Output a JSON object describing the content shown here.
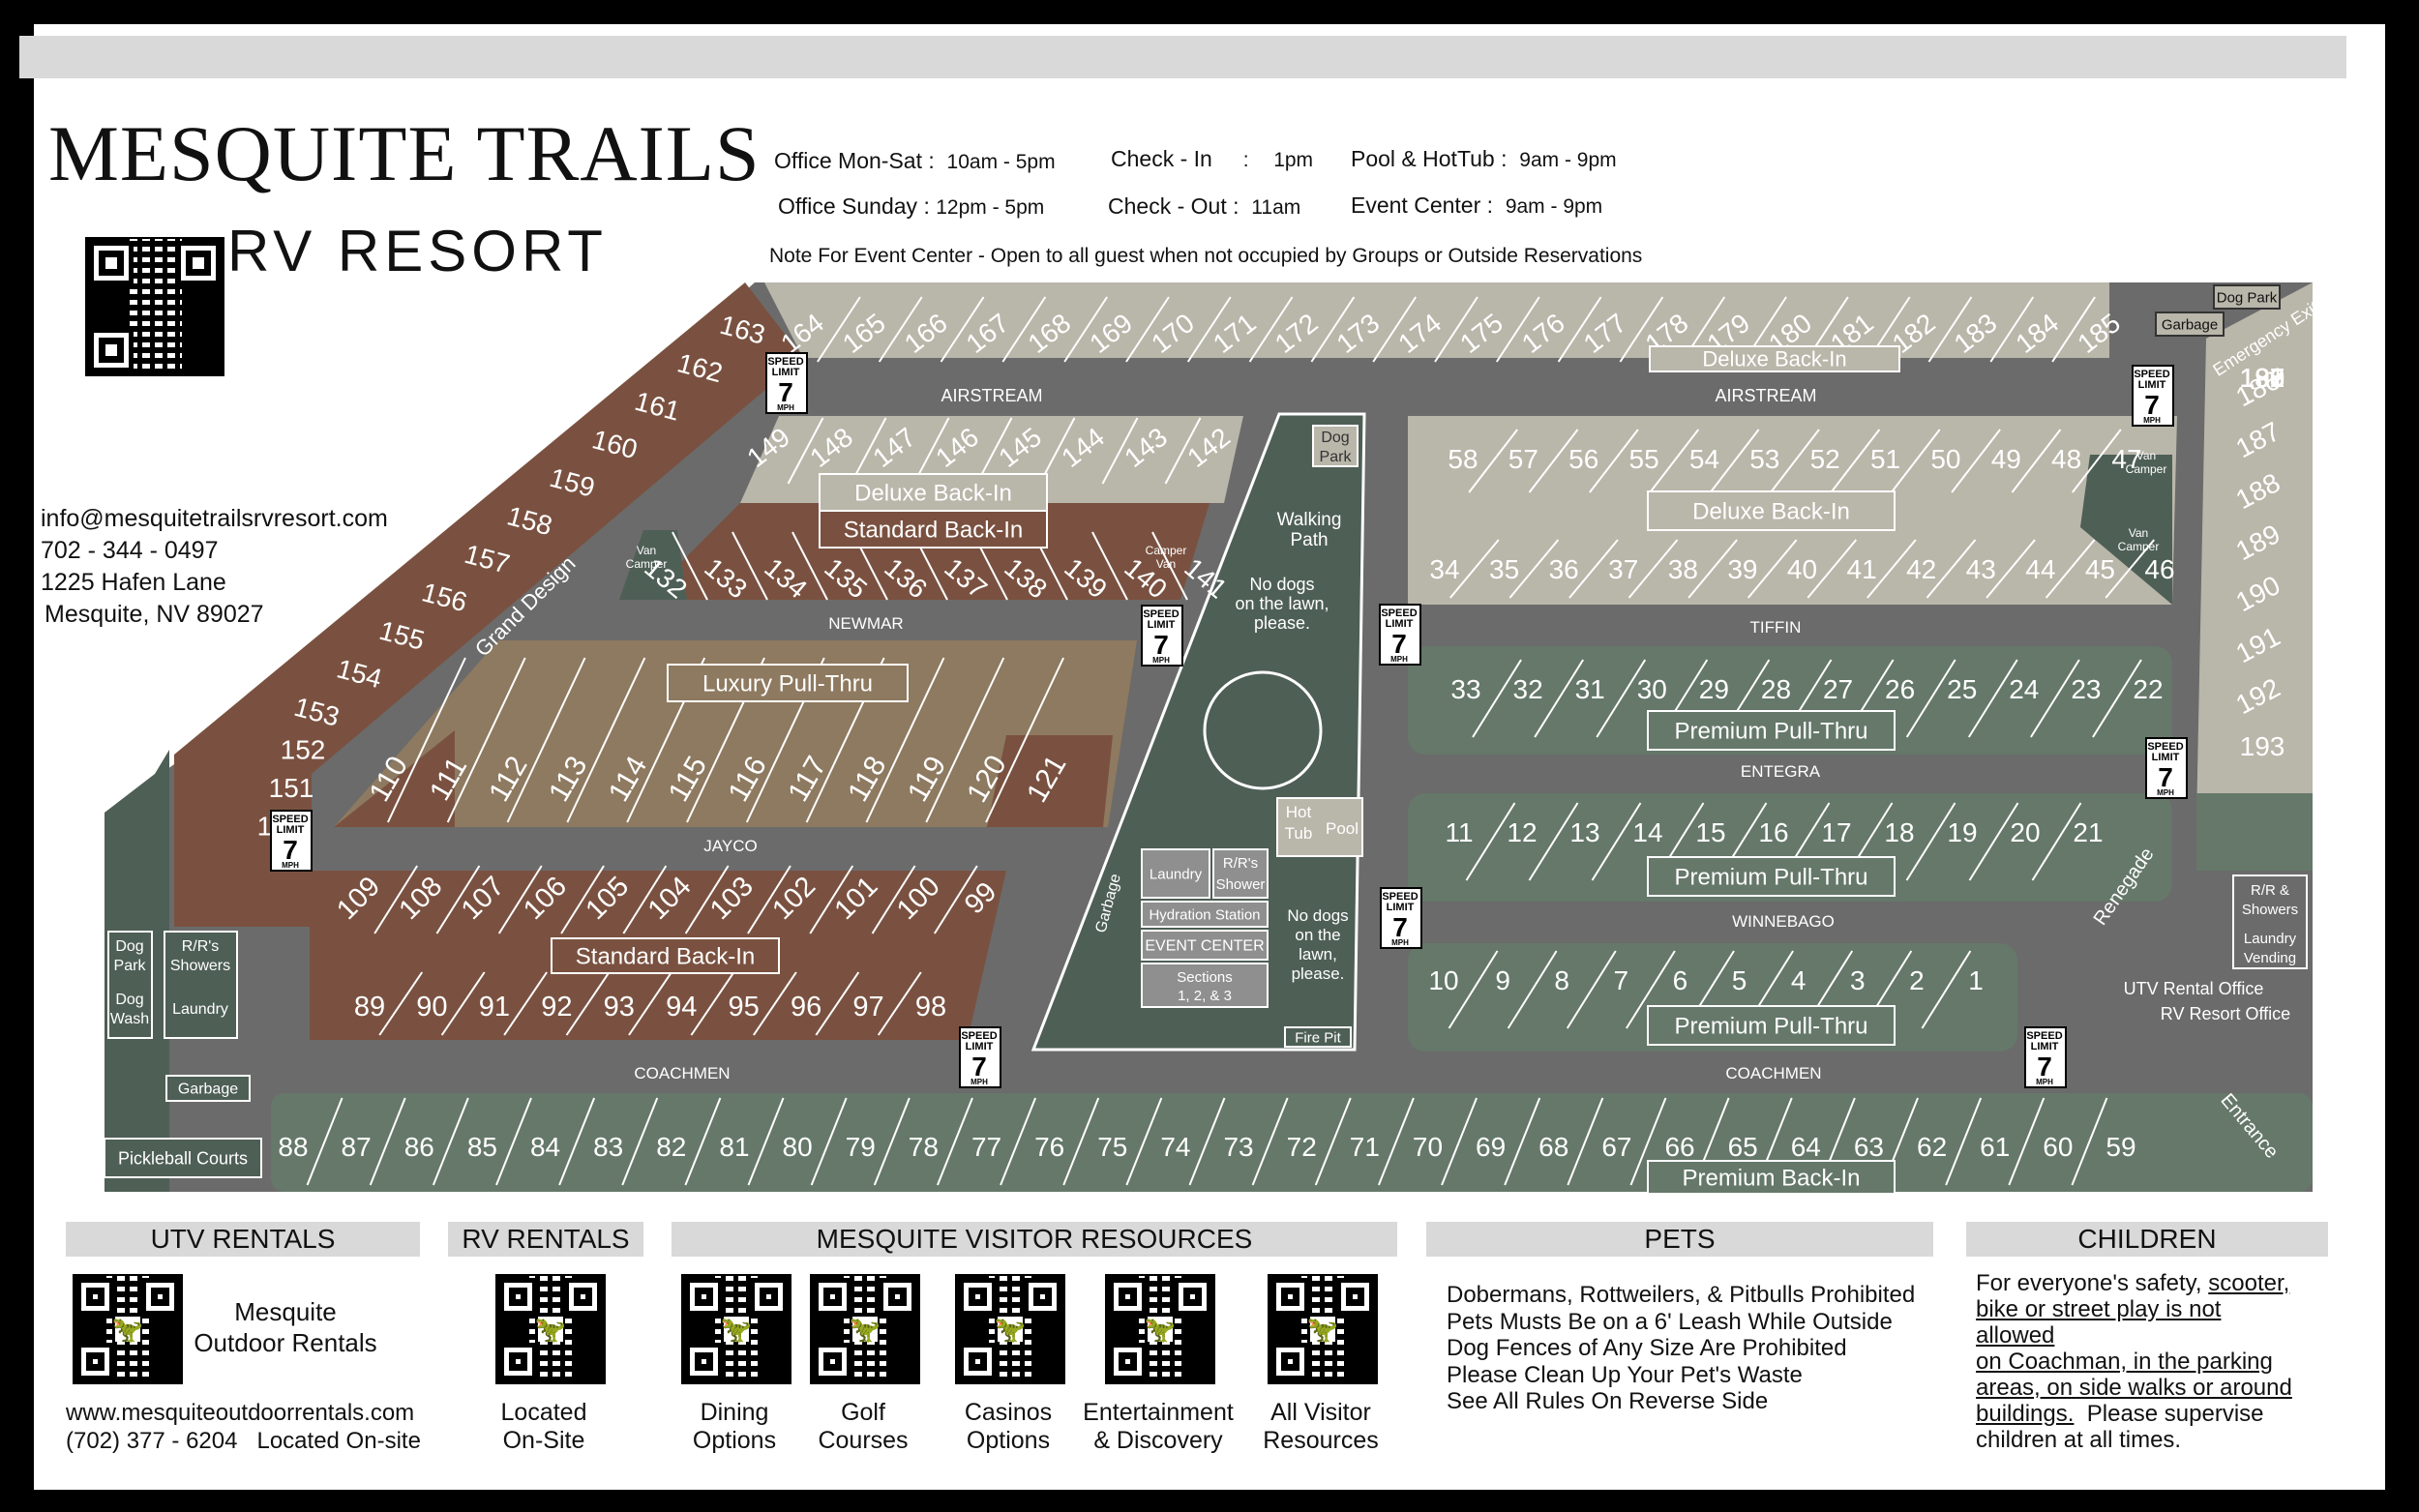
{
  "brand": {
    "title": "MESQUITE TRAILS",
    "subtitle": "RV RESORT"
  },
  "contact": {
    "email": "info@mesquitetrailsrvresort.com",
    "phone": "702 - 344 - 0497",
    "address1": "1225 Hafen Lane",
    "address2": "Mesquite, NV 89027"
  },
  "hours": {
    "office_weekday_label": "Office Mon-Sat :",
    "office_weekday": "10am - 5pm",
    "office_sunday_label": "Office  Sunday :",
    "office_sunday": "12pm - 5pm",
    "checkin_label": "Check - In",
    "checkin_sep": ":",
    "checkin": "1pm",
    "checkout_label": "Check - Out :",
    "checkout": "11am",
    "pool_label": "Pool & HotTub :",
    "pool": "9am - 9pm",
    "event_label": "Event  Center :",
    "event": "9am - 9pm",
    "note": "Note For Event Center - Open to all guest when not occupied by Groups or Outside Reservations"
  },
  "streets": {
    "airstream": "AIRSTREAM",
    "newmar": "NEWMAR",
    "tiffin": "TIFFIN",
    "jayco": "JAYCO",
    "entegra": "ENTEGRA",
    "winnebago": "WINNEBAGO",
    "coachmen": "COACHMEN",
    "grand_design": "Grand Design",
    "renegade": "Renegade",
    "emergency_exit": "Emergency Exit",
    "entrance": "Entrance"
  },
  "speed_sign": {
    "line1": "SPEED",
    "line2": "LIMIT",
    "value": "7",
    "unit": "MPH"
  },
  "zones": {
    "deluxe_back_in": "Deluxe Back-In",
    "standard_back_in": "Standard Back-In",
    "luxury_pull_thru": "Luxury Pull-Thru",
    "premium_pull_thru": "Premium Pull-Thru",
    "premium_back_in": "Premium Back-In"
  },
  "amenities": {
    "dog_park": "Dog Park",
    "dog_park_l1": "Dog",
    "dog_park_l2": "Park",
    "dog_wash_l1": "Dog",
    "dog_wash_l2": "Wash",
    "rr_showers_l1": "R/R's",
    "rr_showers_l2": "Showers",
    "rr_shower_l1": "R/R's",
    "rr_shower_l2": "Shower",
    "rr_and_l1": "R/R &",
    "rr_and_l2": "Showers",
    "laundry": "Laundry",
    "laundry_l1": "Laundry",
    "laundry_l2": "Vending",
    "garbage": "Garbage",
    "pickleball": "Pickleball Courts",
    "walking_l1": "Walking",
    "walking_l2": "Path",
    "nodogs_a": [
      "No dogs",
      "on the lawn,",
      "please."
    ],
    "nodogs_b": [
      "No dogs",
      "on the",
      "lawn,",
      "please."
    ],
    "hot_l1": "Hot",
    "hot_l2": "Tub",
    "pool": "Pool",
    "hydration": "Hydration Station",
    "event_center": "EVENT CENTER",
    "sections_l1": "Sections",
    "sections_l2": "1, 2, & 3",
    "fire_pit": "Fire Pit",
    "van_l1": "Van",
    "van_l2": "Camper",
    "camper_van_l1": "Camper",
    "camper_van_l2": "Van",
    "utv_office": "UTV Rental Office",
    "rv_office": "RV Resort Office"
  },
  "sites": {
    "top_row": [
      "164",
      "165",
      "166",
      "167",
      "168",
      "169",
      "170",
      "171",
      "172",
      "173",
      "174",
      "175",
      "176",
      "177",
      "178",
      "179",
      "180",
      "181",
      "182",
      "183",
      "184",
      "185"
    ],
    "left_diag": [
      "163",
      "162",
      "161",
      "160",
      "159",
      "158",
      "157",
      "156",
      "155",
      "154",
      "153",
      "152",
      "151",
      "150"
    ],
    "right_col": [
      "186",
      "187",
      "188",
      "189",
      "190",
      "191",
      "192",
      "193"
    ],
    "deluxe_left": [
      "149",
      "148",
      "147",
      "146",
      "145",
      "144",
      "143",
      "142"
    ],
    "standard_top": [
      "132",
      "133",
      "134",
      "135",
      "136",
      "137",
      "138",
      "139",
      "140",
      "141"
    ],
    "luxury": [
      "110",
      "111",
      "112",
      "113",
      "114",
      "115",
      "116",
      "117",
      "118",
      "119",
      "120",
      "121"
    ],
    "standard_bottom_top": [
      "109",
      "108",
      "107",
      "106",
      "105",
      "104",
      "103",
      "102",
      "101",
      "100",
      "99"
    ],
    "standard_bottom_low": [
      "89",
      "90",
      "91",
      "92",
      "93",
      "94",
      "95",
      "96",
      "97",
      "98"
    ],
    "deluxe_right_top": [
      "58",
      "57",
      "56",
      "55",
      "54",
      "53",
      "52",
      "51",
      "50",
      "49",
      "48",
      "47"
    ],
    "deluxe_right_low": [
      "34",
      "35",
      "36",
      "37",
      "38",
      "39",
      "40",
      "41",
      "42",
      "43",
      "44",
      "45",
      "46"
    ],
    "premium_a": [
      "33",
      "32",
      "31",
      "30",
      "29",
      "28",
      "27",
      "26",
      "25",
      "24",
      "23",
      "22"
    ],
    "premium_b": [
      "11",
      "12",
      "13",
      "14",
      "15",
      "16",
      "17",
      "18",
      "19",
      "20",
      "21"
    ],
    "premium_c": [
      "10",
      "9",
      "8",
      "7",
      "6",
      "5",
      "4",
      "3",
      "2",
      "1"
    ],
    "bottom": [
      "88",
      "87",
      "86",
      "85",
      "84",
      "83",
      "82",
      "81",
      "80",
      "79",
      "78",
      "77",
      "76",
      "75",
      "74",
      "73",
      "72",
      "71",
      "70",
      "69",
      "68",
      "67",
      "66",
      "65",
      "64",
      "63",
      "62",
      "61",
      "60",
      "59"
    ]
  },
  "footer": {
    "utv_rentals": "UTV RENTALS",
    "rv_rentals": "RV RENTALS",
    "visitor_resources": "MESQUITE VISITOR RESOURCES",
    "pets": "PETS",
    "children": "CHILDREN",
    "mesquite_outdoor_l1": "Mesquite",
    "mesquite_outdoor_l2": "Outdoor Rentals",
    "utv_url": "www.mesquiteoutdoorrentals.com",
    "utv_phone": "(702) 377 - 6204",
    "utv_onsite": "Located On-site",
    "rv_located_l1": "Located",
    "rv_located_l2": "On-Site",
    "resources": [
      {
        "l1": "Dining",
        "l2": "Options"
      },
      {
        "l1": "Golf",
        "l2": "Courses"
      },
      {
        "l1": "Casinos",
        "l2": "Options"
      },
      {
        "l1": "Entertainment",
        "l2": "& Discovery"
      },
      {
        "l1": "All Visitor",
        "l2": "Resources"
      }
    ],
    "pets_rules": [
      "Dobermans, Rottweilers, & Pitbulls Prohibited",
      "Pets Musts Be on a 6' Leash While Outside",
      "Dog Fences of Any Size Are Prohibited",
      "Please Clean Up Your Pet's Waste",
      "See All Rules On Reverse Side"
    ],
    "children_lead": "For everyone's safety,",
    "children_u1": "scooter,",
    "children_u2": "bike or street play is not allowed",
    "children_u3": "on Coachman, in the parking",
    "children_u4": "areas, on side walks or around",
    "children_u5": "buildings.",
    "children_tail1": "Please supervise",
    "children_tail2": "children at all times."
  },
  "colors": {
    "road": "#6b6b6b",
    "gray_site": "#b9b6aa",
    "brown": "#7a5140",
    "tan": "#8e7a60",
    "green": "#65786a",
    "dark": "#4e5f56",
    "line": "#ffffff"
  }
}
